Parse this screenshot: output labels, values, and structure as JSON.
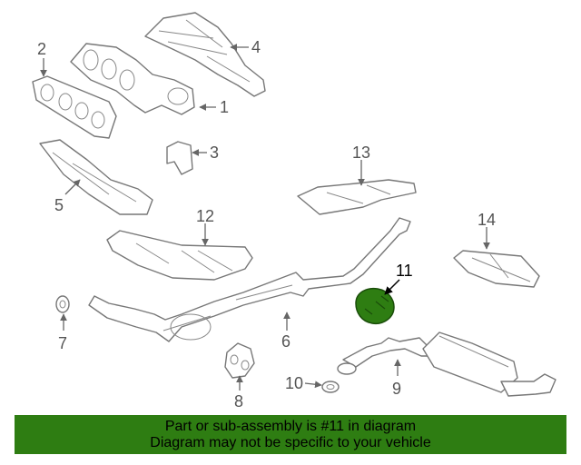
{
  "diagram": {
    "highlight_color": "#2e7d12",
    "highlighted_part": "11",
    "part_labels": [
      "1",
      "2",
      "3",
      "4",
      "5",
      "6",
      "7",
      "8",
      "9",
      "10",
      "11",
      "12",
      "13",
      "14"
    ]
  },
  "banner": {
    "line1": "Part or sub-assembly is #11 in diagram",
    "line2": "Diagram may not be specific to your vehicle"
  }
}
